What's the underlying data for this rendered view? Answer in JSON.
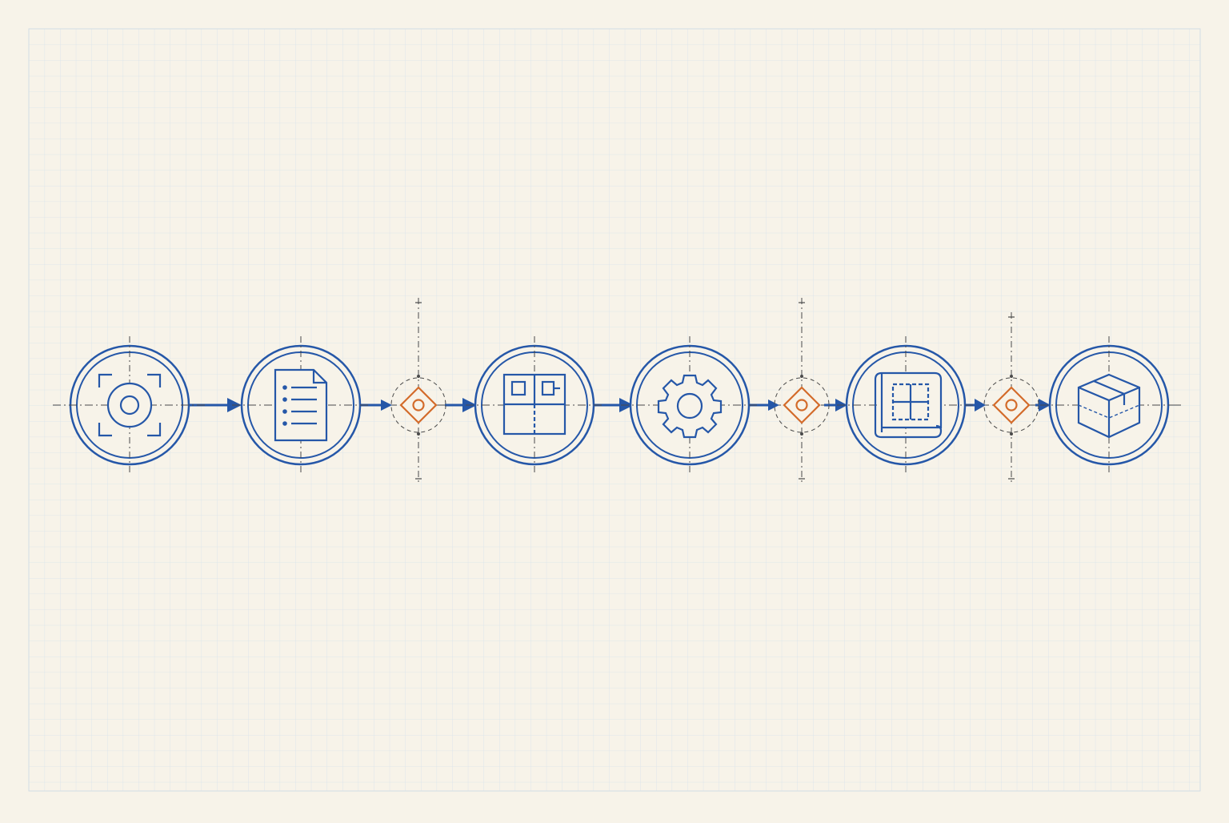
{
  "colors": {
    "paper": "#f7f3e9",
    "grid_line": "#cfdde6",
    "blueprint_blue": "#2557a8",
    "checkpoint_orange": "#d36b2a",
    "construction_line": "#4a4a4a"
  },
  "flow": {
    "direction": "left-to-right",
    "stages": [
      {
        "icon": "target-focus-icon"
      },
      {
        "icon": "document-checklist-icon"
      },
      {
        "icon": "layout-panel-icon"
      },
      {
        "icon": "gear-icon"
      },
      {
        "icon": "blueprint-plan-icon"
      },
      {
        "icon": "package-box-icon"
      }
    ],
    "checkpoints": [
      {
        "icon": "diamond-checkpoint-icon",
        "between": [
          2,
          3
        ]
      },
      {
        "icon": "diamond-checkpoint-icon",
        "between": [
          4,
          5
        ]
      },
      {
        "icon": "diamond-checkpoint-icon",
        "between": [
          5,
          6
        ]
      }
    ]
  }
}
